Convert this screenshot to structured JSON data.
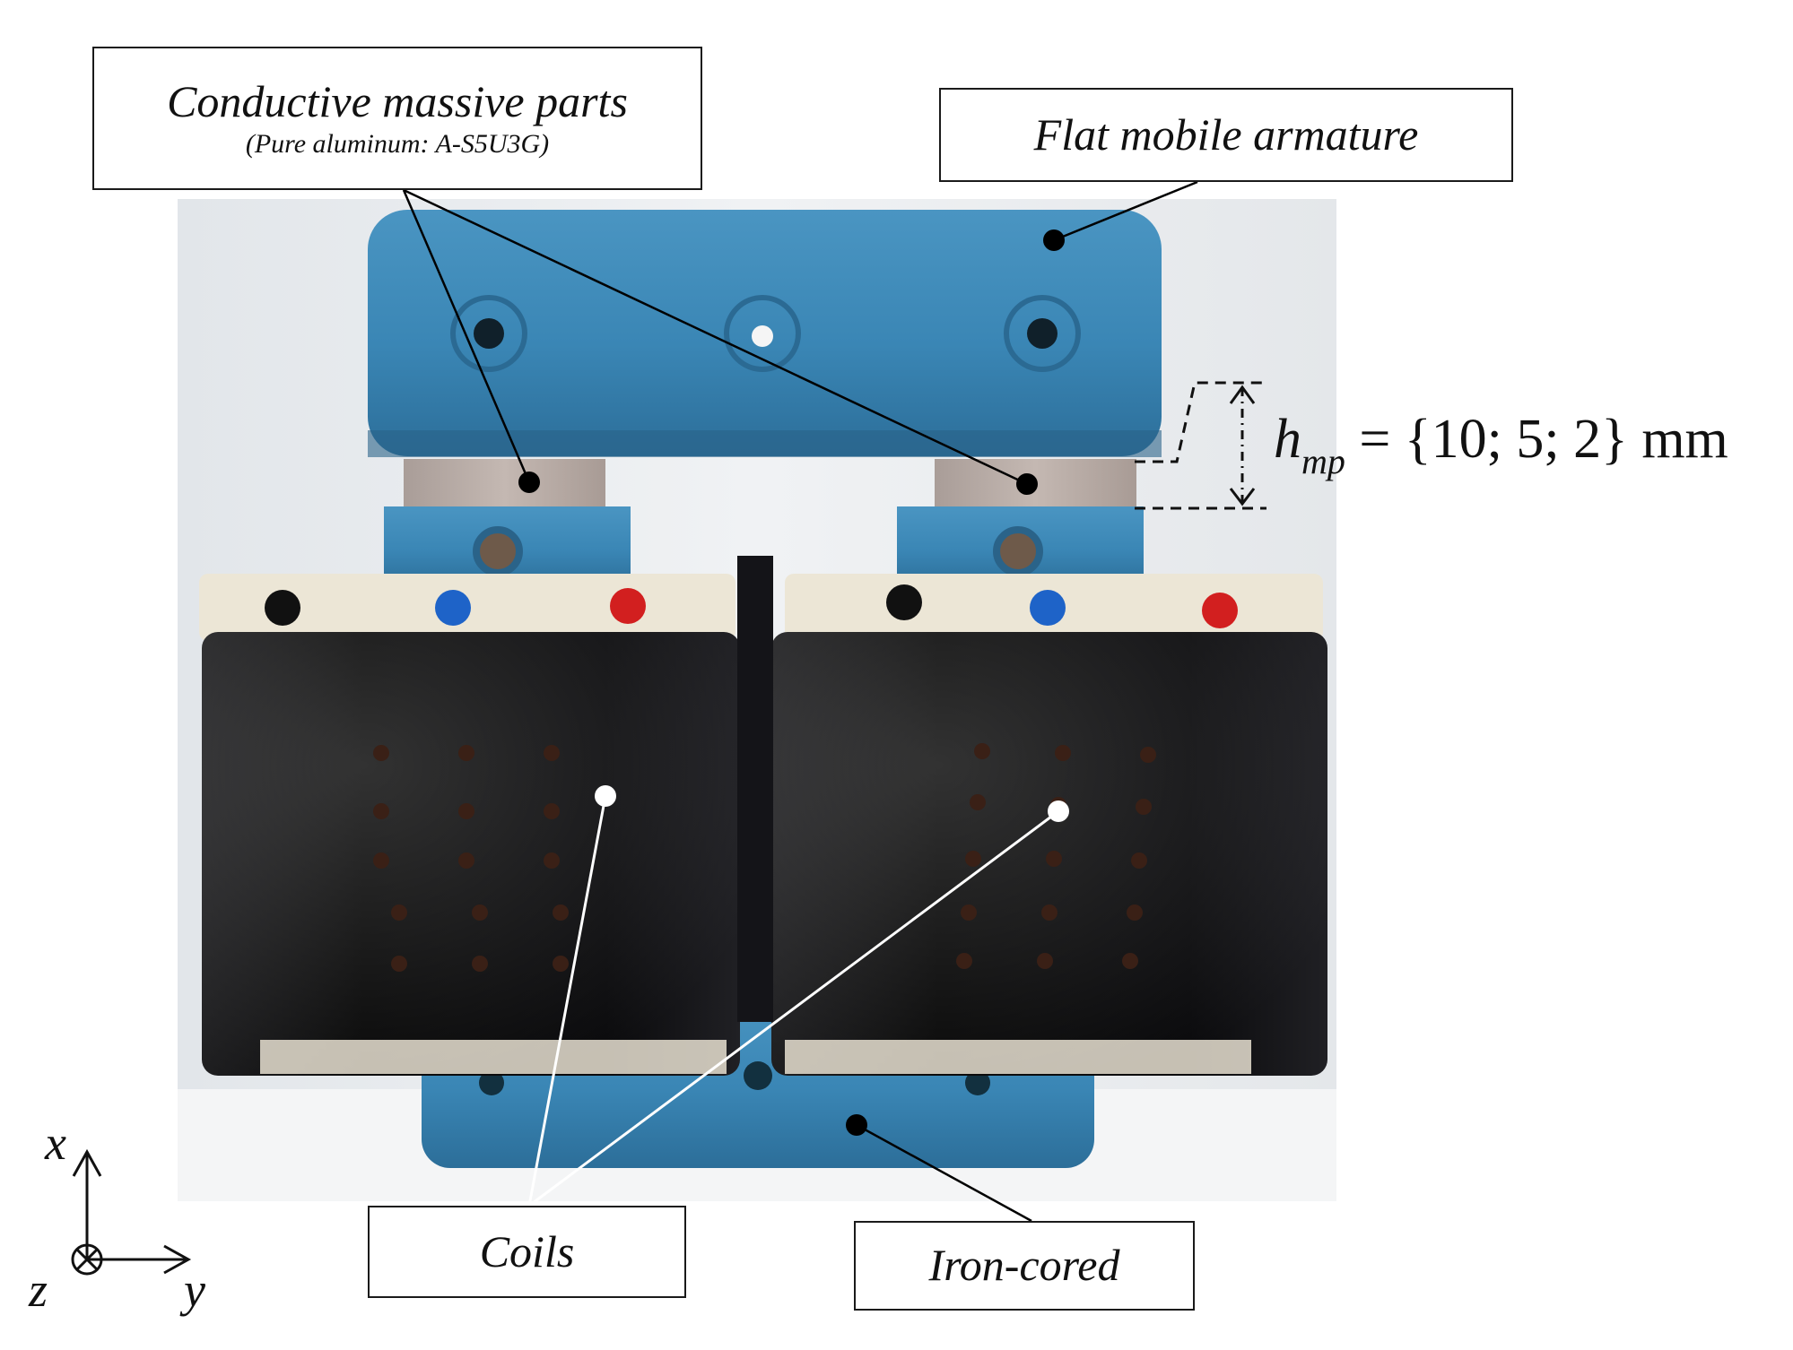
{
  "labels": {
    "conductive_title": "Conductive massive parts",
    "conductive_sub": "(Pure aluminum: A-S5U3G)",
    "flat_armature": "Flat mobile armature",
    "coils": "Coils",
    "iron_cored": "Iron-cored"
  },
  "dimension": {
    "symbol": "h",
    "subscript": "mp",
    "rest": " = {10; 5; 2} mm"
  },
  "axes": {
    "x": "x",
    "y": "y",
    "z": "z"
  },
  "colors": {
    "armature_blue": "#3a86b5",
    "coil_black": "#0d0d0d",
    "aluminum": "#b9aca6",
    "bobbin_cream": "#ece6d6",
    "background_wall": "#e9ecef"
  }
}
